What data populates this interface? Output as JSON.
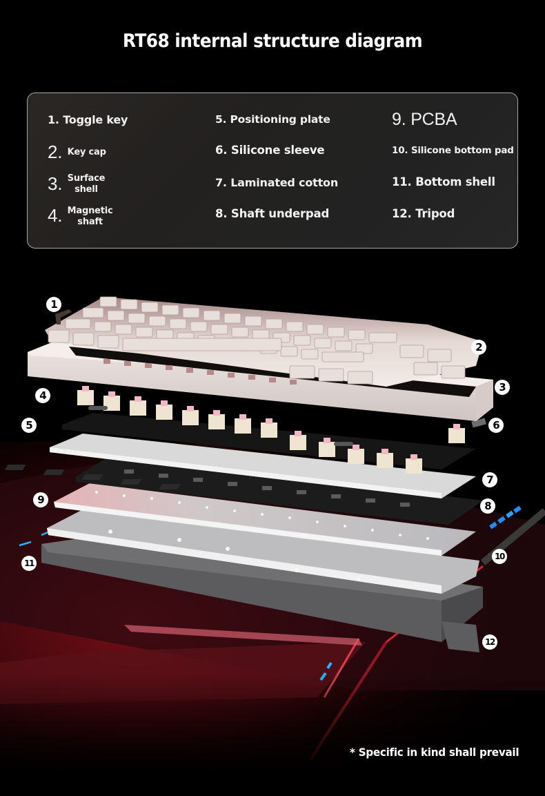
{
  "header": {
    "title": "RT68 internal structure diagram"
  },
  "legend": {
    "items": [
      {
        "number": "1.",
        "label": "Toggle key"
      },
      {
        "number": "2.",
        "label": "Key cap"
      },
      {
        "number": "3.",
        "label_line1": "Surface",
        "label_line2": "shell"
      },
      {
        "number": "4.",
        "label_line1": "Magnetic",
        "label_line2": "shaft"
      },
      {
        "number": "5.",
        "label": "Positioning plate"
      },
      {
        "number": "6.",
        "label": "Silicone sleeve"
      },
      {
        "number": "7.",
        "label": "Laminated cotton"
      },
      {
        "number": "8.",
        "label": "Shaft underpad"
      },
      {
        "number": "9.",
        "label": "PCBA"
      },
      {
        "number": "10.",
        "label": "Silicone bottom pad"
      },
      {
        "number": "11.",
        "label": "Bottom shell"
      },
      {
        "number": "12.",
        "label": "Tripod"
      }
    ]
  },
  "diagram": {
    "callouts": [
      "1",
      "2",
      "3",
      "4",
      "5",
      "6",
      "7",
      "8",
      "9",
      "10",
      "11",
      "12"
    ],
    "colors": {
      "keycap_top": "#e8dcd6",
      "keycap_legend": "#9a7b78",
      "shell": "#e7dedb",
      "switch_body": "#f1e6d6",
      "switch_stem": "#f0b6c3",
      "plate_frame": "#dcdcdc",
      "pcb_dark": "#1b1b1b",
      "pcba": "#c9c9cb",
      "bottom_shell": "#5f5f60",
      "accent_red": "#d8263a",
      "accent_blue": "#1e8fff"
    }
  },
  "footnote": "* Specific in kind shall prevail"
}
